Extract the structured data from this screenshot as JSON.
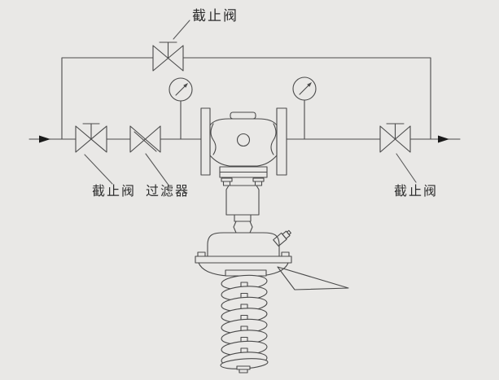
{
  "colors": {
    "background": "#e9e8e6",
    "line": "#4a4a4a",
    "arrow_fill": "#1a1a1a",
    "text": "#2e2e2e"
  },
  "labels": {
    "bypass_valve": "截止阀",
    "inlet_valve": "截止阀",
    "filter": "过滤器",
    "outlet_valve": "截止阀"
  },
  "icons": [
    "flow-in-arrow-icon",
    "flow-out-arrow-icon",
    "globe-valve-icon",
    "strainer-icon",
    "pressure-gauge-icon",
    "regulator-valve-body",
    "diaphragm-actuator",
    "actuator-spring",
    "pointer-arrow-icon"
  ]
}
